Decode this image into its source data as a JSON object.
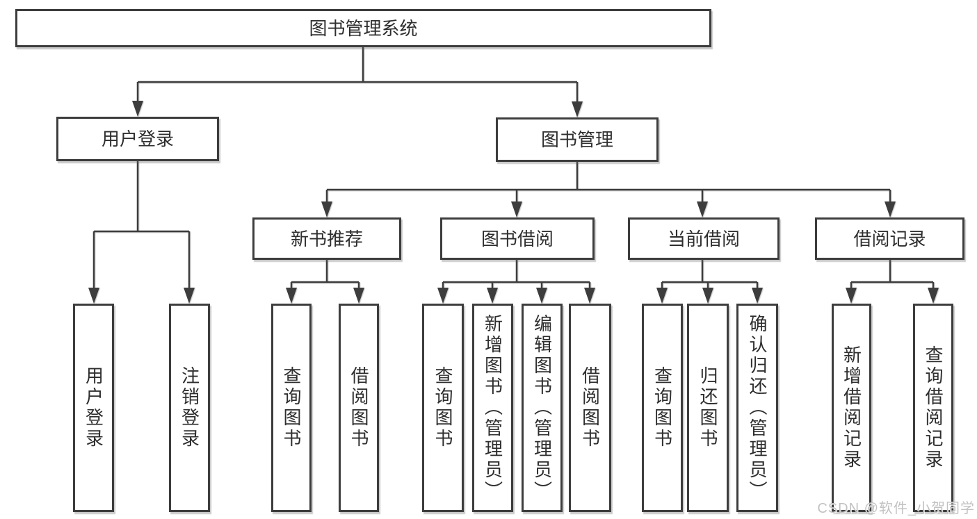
{
  "tree": {
    "root": {
      "label": "图书管理系统"
    },
    "level2": [
      {
        "label": "用户登录"
      },
      {
        "label": "图书管理"
      }
    ],
    "level3": [
      {
        "label": "新书推荐"
      },
      {
        "label": "图书借阅"
      },
      {
        "label": "当前借阅"
      },
      {
        "label": "借阅记录"
      }
    ],
    "leaves": {
      "user_login": [
        {
          "label": "用户登录"
        },
        {
          "label": "注销登录"
        }
      ],
      "new_book": [
        {
          "label": "查询图书"
        },
        {
          "label": "借阅图书"
        }
      ],
      "book_borrow": [
        {
          "label": "查询图书"
        },
        {
          "label": "新增图书（管理员）"
        },
        {
          "label": "编辑图书（管理员）"
        },
        {
          "label": "借阅图书"
        }
      ],
      "current_borrow": [
        {
          "label": "查询图书"
        },
        {
          "label": "归还图书"
        },
        {
          "label": "确认归还（管理员）"
        }
      ],
      "borrow_record": [
        {
          "label": "新增借阅记录"
        },
        {
          "label": "查询借阅记录"
        }
      ]
    }
  },
  "watermark": "CSDN @软件_小贺同学",
  "colors": {
    "line": "#3d3d3d",
    "text": "#2e2e2e",
    "watermark": "#c2c2c2"
  }
}
